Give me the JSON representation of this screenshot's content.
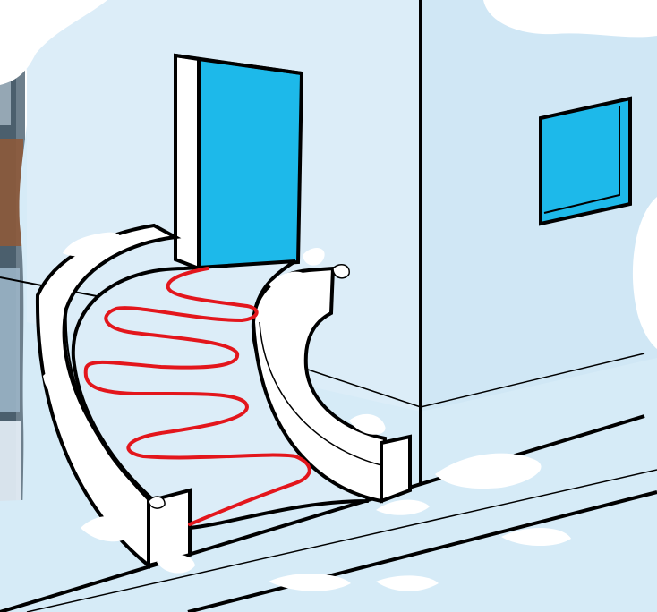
{
  "illustration": {
    "subject": "",
    "colors": {
      "snow_backdrop": "#d6ebf7",
      "snow_white": "#ffffff",
      "building_wall": "#dcedf8",
      "door_glass": "#1db9ea",
      "window_glass": "#1db9ea",
      "heating_cable": "#e3161c",
      "outline": "#000000",
      "photo_edge_dark": "#4b5f6d",
      "photo_edge_brown": "#8d5a3a"
    },
    "icons": [
      "doorway",
      "window",
      "curved-steps",
      "heating-cable",
      "snow-drifts",
      "sidewalk"
    ]
  }
}
